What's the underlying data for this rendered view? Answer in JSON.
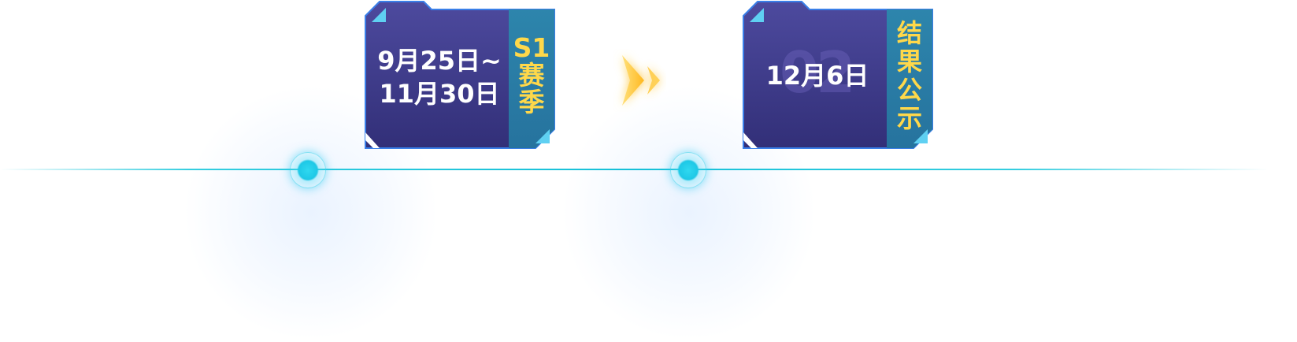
{
  "timeline": {
    "stages": [
      {
        "date_line1": "9月25日~",
        "date_line2": "11月30日",
        "tag_chars": [
          "S1",
          "赛",
          "季"
        ]
      },
      {
        "date_line1": "12月6日",
        "watermark": "02",
        "tag_chars": [
          "结",
          "果",
          "公",
          "示"
        ]
      }
    ]
  },
  "colors": {
    "card_bg_top": "#4d4a9e",
    "card_bg_bottom": "#322f78",
    "card_border": "#3a7fe8",
    "tag_bg": "#2a7fa6",
    "tag_text": "#ffd84a",
    "timeline": "#16c0d8",
    "arrow": "#ffc93a"
  },
  "icons": [
    "double-chevron-right-icon",
    "corner-fold-icon",
    "timeline-node-icon"
  ]
}
